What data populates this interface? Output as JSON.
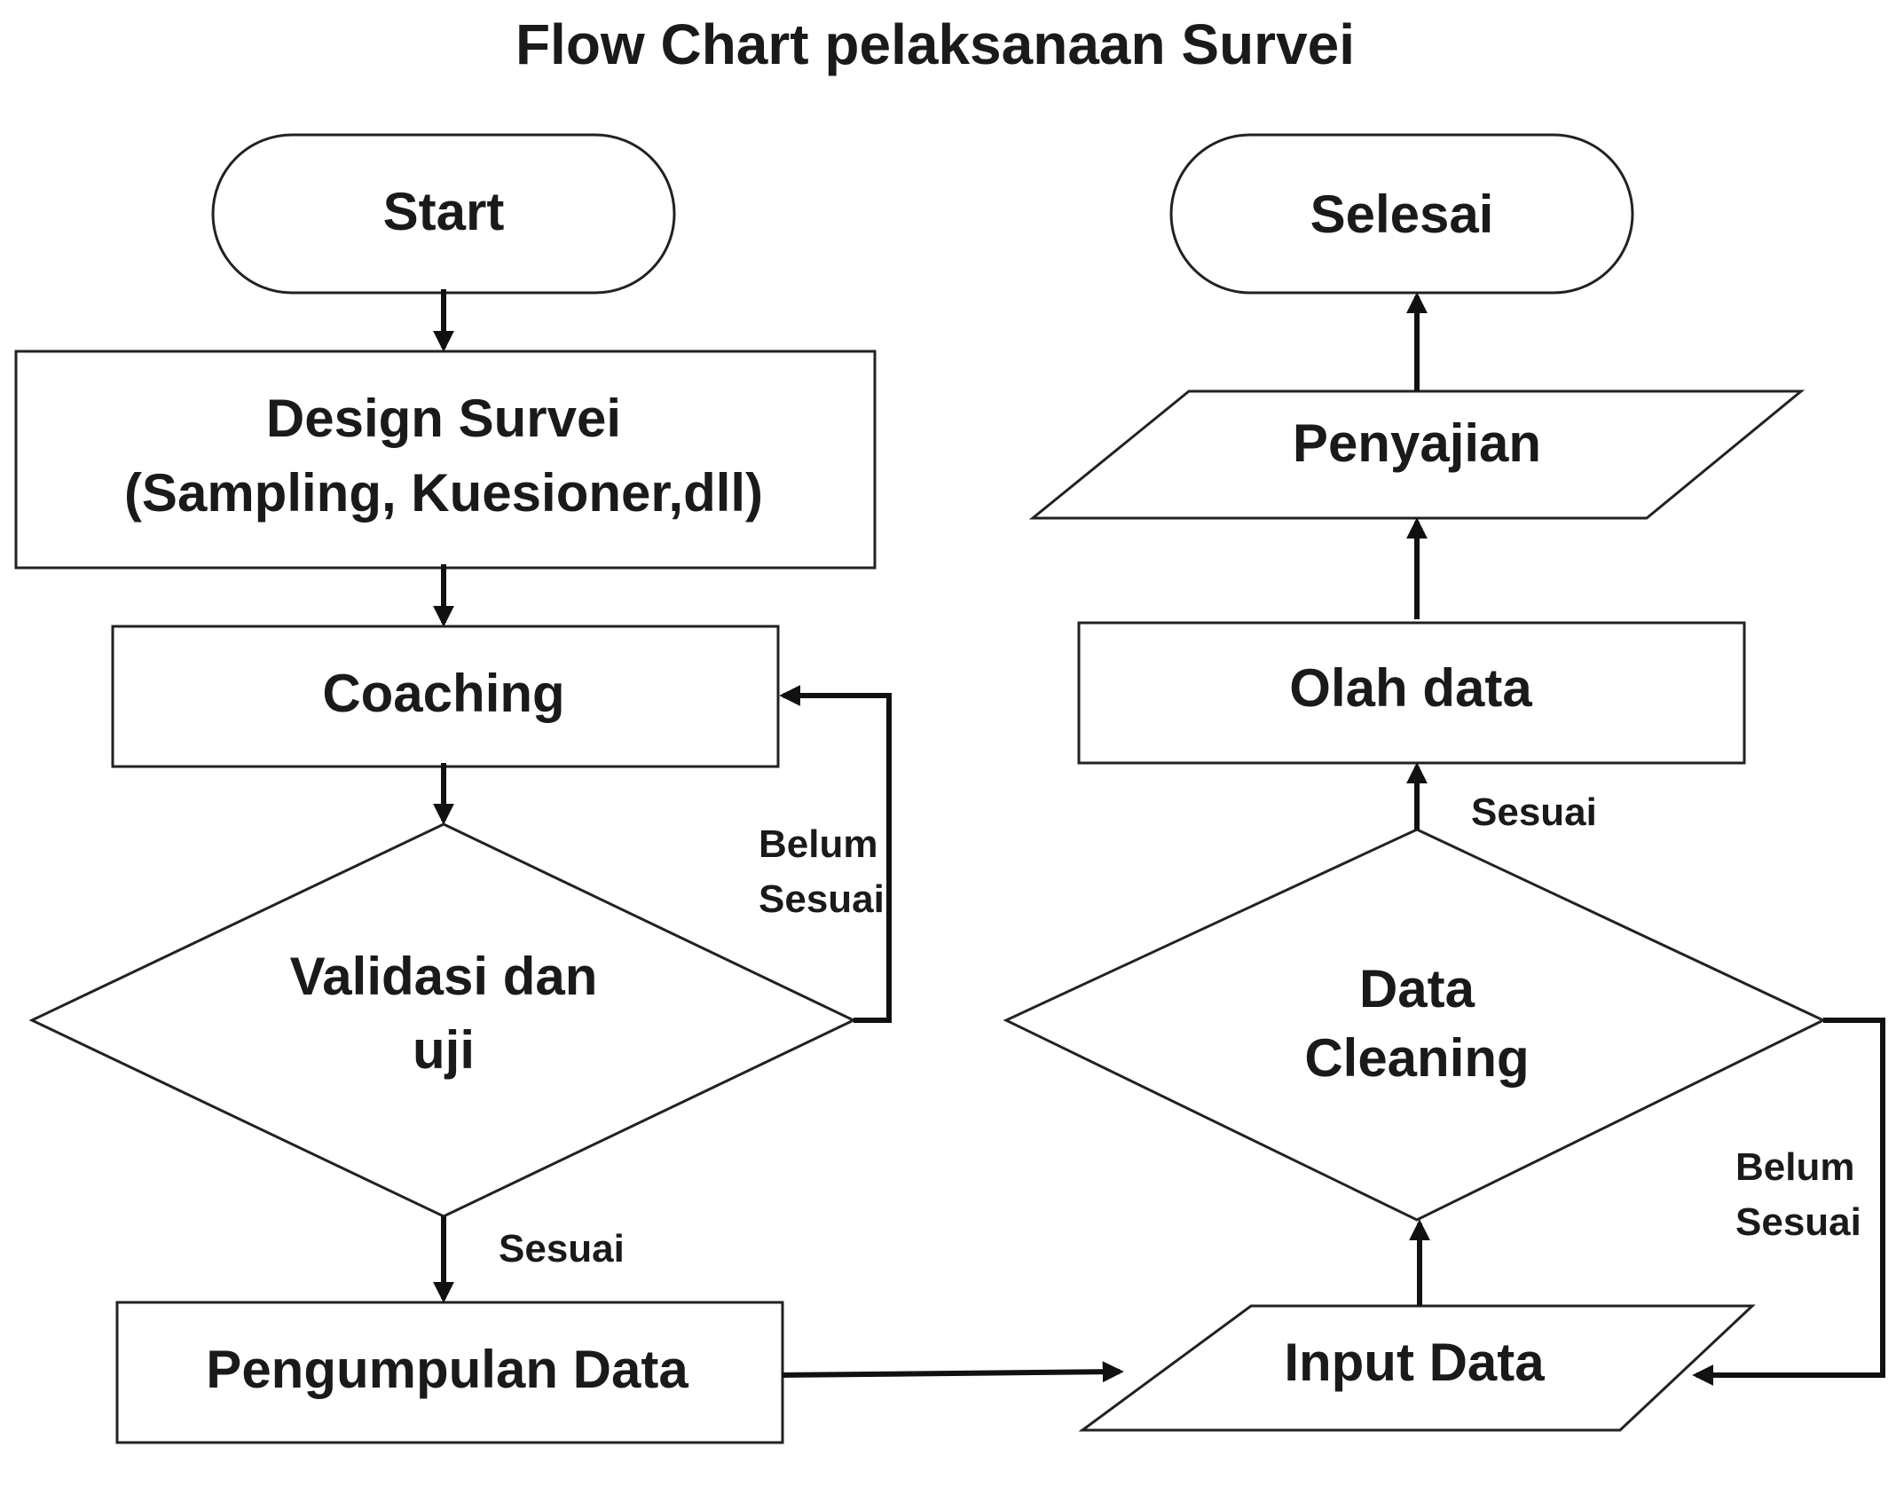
{
  "title": "Flow Chart pelaksanaan Survei",
  "nodes": {
    "start": {
      "type": "terminator",
      "lines": [
        "Start"
      ]
    },
    "design": {
      "type": "process",
      "lines": [
        "Design Survei",
        "(Sampling, Kuesioner,dll)"
      ]
    },
    "coaching": {
      "type": "process",
      "lines": [
        "Coaching"
      ]
    },
    "validasi": {
      "type": "decision",
      "lines": [
        "Validasi dan",
        "uji"
      ]
    },
    "pengumpulan": {
      "type": "process",
      "lines": [
        "Pengumpulan Data"
      ]
    },
    "input": {
      "type": "data",
      "lines": [
        "Input Data"
      ]
    },
    "cleaning": {
      "type": "decision",
      "lines": [
        "Data",
        "Cleaning"
      ]
    },
    "olah": {
      "type": "process",
      "lines": [
        "Olah data"
      ]
    },
    "penyajian": {
      "type": "data",
      "lines": [
        "Penyajian"
      ]
    },
    "selesai": {
      "type": "terminator",
      "lines": [
        "Selesai"
      ]
    }
  },
  "edge_labels": {
    "validasi_no": [
      "Belum",
      "Sesuai"
    ],
    "validasi_yes": "Sesuai",
    "cleaning_yes": "Sesuai",
    "cleaning_no": [
      "Belum",
      "Sesuai"
    ]
  }
}
